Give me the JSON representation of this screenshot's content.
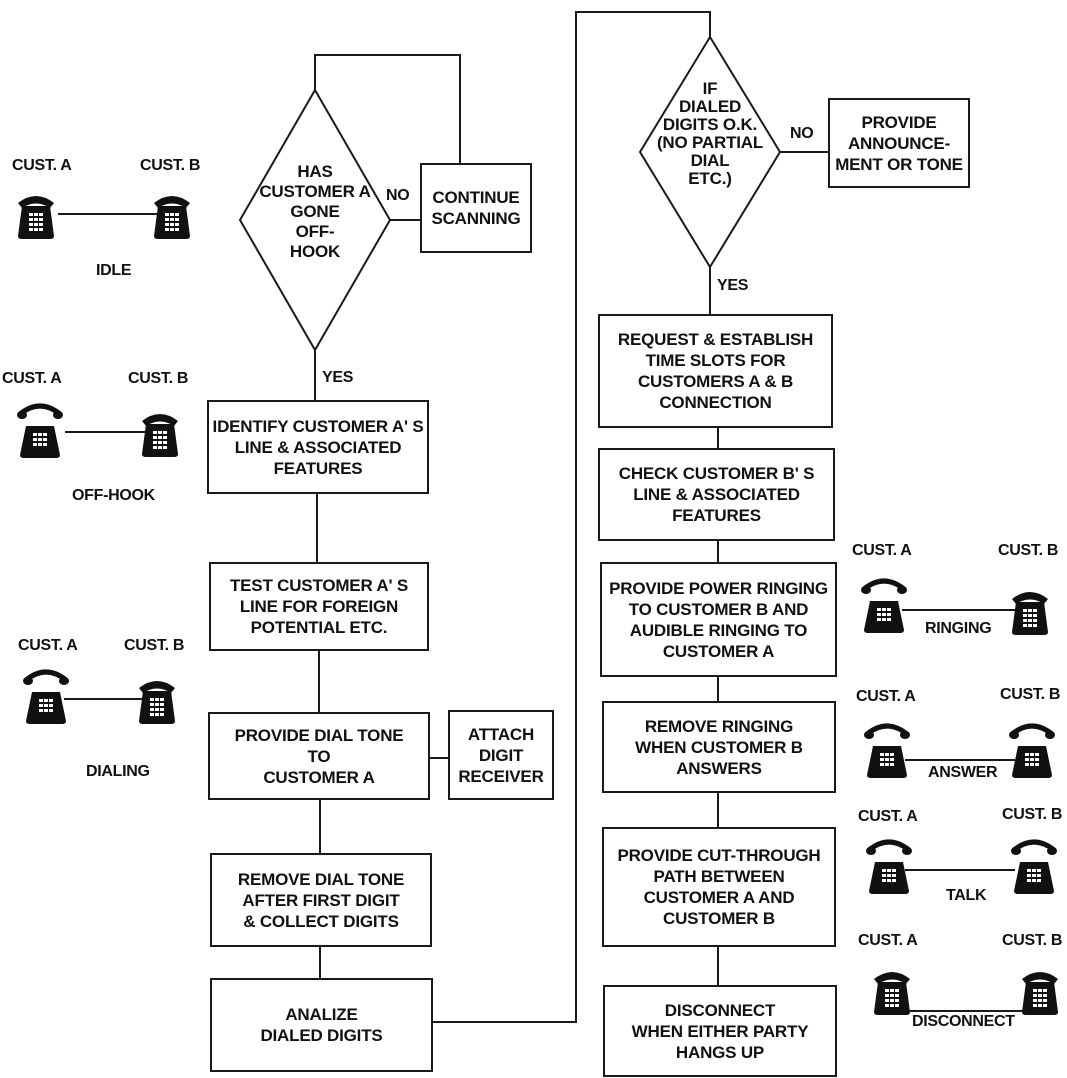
{
  "flow": {
    "decision_offhook": "HAS\nCUSTOMER A\nGONE\nOFF-\nHOOK",
    "decision_digits": "IF\nDIALED\nDIGITS O.K.\n(NO PARTIAL\nDIAL\nETC.)",
    "continue_scanning": "CONTINUE\nSCANNING",
    "provide_announcement": "PROVIDE\nANNOUNCE-\nMENT OR TONE",
    "identify_line": "IDENTIFY CUSTOMER A' S\nLINE & ASSOCIATED\nFEATURES",
    "test_line": "TEST CUSTOMER A' S\nLINE FOR FOREIGN\nPOTENTIAL ETC.",
    "provide_dial_tone": "PROVIDE DIAL TONE\nTO\nCUSTOMER A",
    "attach_receiver": "ATTACH\nDIGIT\nRECEIVER",
    "remove_dial_tone": "REMOVE DIAL TONE\nAFTER FIRST DIGIT\n& COLLECT DIGITS",
    "analize_digits": "ANALIZE\nDIALED DIGITS",
    "request_slots": "REQUEST & ESTABLISH\nTIME SLOTS FOR\nCUSTOMERS A & B\nCONNECTION",
    "check_line_b": "CHECK CUSTOMER B' S\nLINE & ASSOCIATED\nFEATURES",
    "power_ringing": "PROVIDE POWER RINGING\nTO CUSTOMER B AND\nAUDIBLE RINGING TO\nCUSTOMER A",
    "remove_ringing": "REMOVE RINGING\nWHEN CUSTOMER B\nANSWERS",
    "cut_through": "PROVIDE CUT-THROUGH\nPATH BETWEEN\nCUSTOMER A AND\nCUSTOMER B",
    "disconnect_box": "DISCONNECT\nWHEN EITHER PARTY\nHANGS UP",
    "yes": "YES",
    "no": "NO"
  },
  "states": {
    "cust_a": "CUST. A",
    "cust_b": "CUST. B",
    "idle": "IDLE",
    "off_hook": "OFF-HOOK",
    "dialing": "DIALING",
    "ringing": "RINGING",
    "answer": "ANSWER",
    "talk": "TALK",
    "disconnect": "DISCONNECT"
  }
}
